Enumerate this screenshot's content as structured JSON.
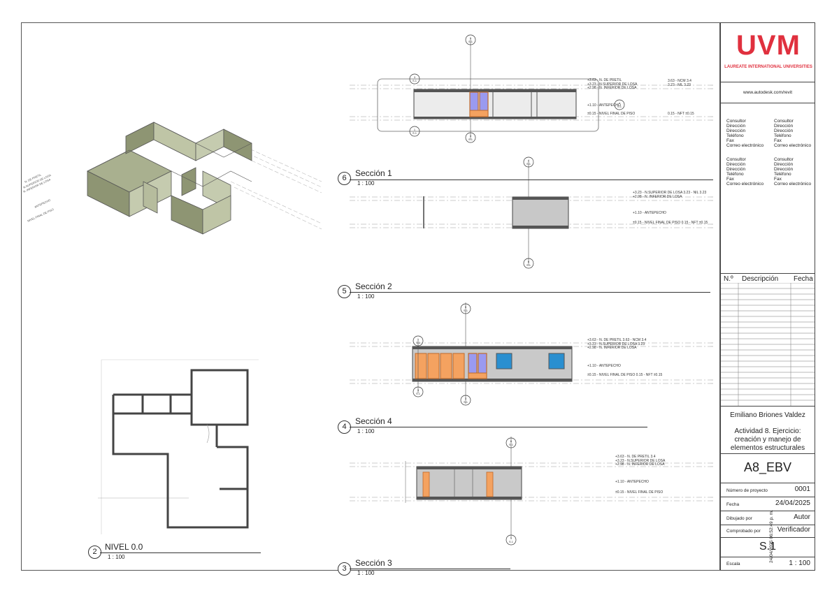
{
  "title_block": {
    "logo": "UVM",
    "logo_subtitle": "LAUREATE INTERNATIONAL UNIVERSITIES",
    "website": "www.autodesk.com/revit",
    "contact_labels": [
      "Consultor",
      "Dirección",
      "Dirección",
      "Teléfono",
      "Fax",
      "Correo electrónico"
    ],
    "revision_headers": {
      "number": "N.º",
      "description": "Descripción",
      "date": "Fecha"
    },
    "author": "Emiliano Briones Valdez",
    "activity": "Actividad 8. Ejercicio: creación y manejo de elementos estructurales",
    "sheet_name": "A8_EBV",
    "project_number_label": "Número de proyecto",
    "project_number": "0001",
    "date_label": "Fecha",
    "date": "24/04/2025",
    "drawn_by_label": "Dibujado por",
    "drawn_by": "Autor",
    "checked_by_label": "Comprobado por",
    "checked_by": "Verificador",
    "sheet_number": "S.1",
    "scale_label": "Escala",
    "scale": "1 : 100",
    "timestamp": "24/04/2025 06:52:49 p. m."
  },
  "views": [
    {
      "number": "6",
      "name": "Sección 1",
      "scale": "1 : 100"
    },
    {
      "number": "5",
      "name": "Sección 2",
      "scale": "1 : 100"
    },
    {
      "number": "4",
      "name": "Sección 4",
      "scale": "1 : 100"
    },
    {
      "number": "3",
      "name": "Sección 3",
      "scale": "1 : 100"
    },
    {
      "number": "2",
      "name": "NIVEL 0.0",
      "scale": "1 : 100"
    }
  ],
  "section_marker": {
    "number": "5",
    "sheet": "S.1"
  },
  "level_tags": {
    "parapet_elev": "+3.63",
    "parapet": "N. DE PRETIL",
    "slab_top_elev": "+3.23",
    "slab_top": "N.SUPERIOR DE LOSA",
    "slab_bottom_elev": "+2.98",
    "slab_bottom": "N. INFERIOR DE LOSA",
    "sill_elev": "+1.10",
    "sill": "ANTEPECHO",
    "floor_elev": "±0.15",
    "floor": "NIVEL FINAL DE PISO",
    "ncm": "3.63 - NCM 3.4",
    "nil": "3.23 - NIL 3.23",
    "nft": "0.15 - NFT ±0.15"
  }
}
